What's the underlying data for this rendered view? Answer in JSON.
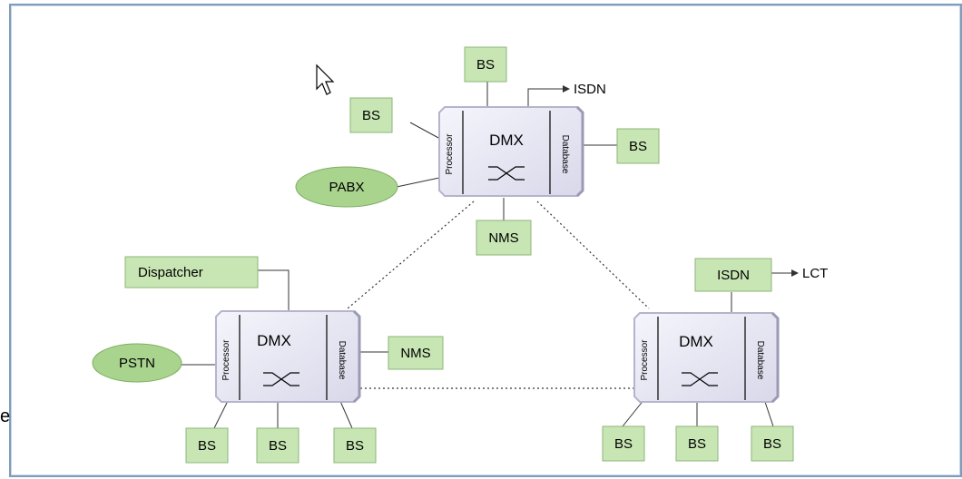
{
  "stray_text": "e",
  "labels": {
    "dmx": "DMX",
    "processor": "Processor",
    "database": "Database",
    "bs": "BS",
    "nms": "NMS",
    "isdn": "ISDN",
    "lct": "LCT",
    "pabx": "PABX",
    "pstn": "PSTN",
    "dispatcher": "Dispatcher"
  },
  "colors": {
    "box_fill": "#c8e6b4",
    "box_stroke": "#8cb47a",
    "ellipse_fill": "#a9d48e",
    "dmx_fill": "#e9e9f6",
    "dmx_edge": "#b9b9cf",
    "line": "#333333",
    "frame": "#7f9db9"
  },
  "icons": [
    "mouse-cursor-icon",
    "crossover-switch-icon",
    "arrow-head-icon"
  ]
}
